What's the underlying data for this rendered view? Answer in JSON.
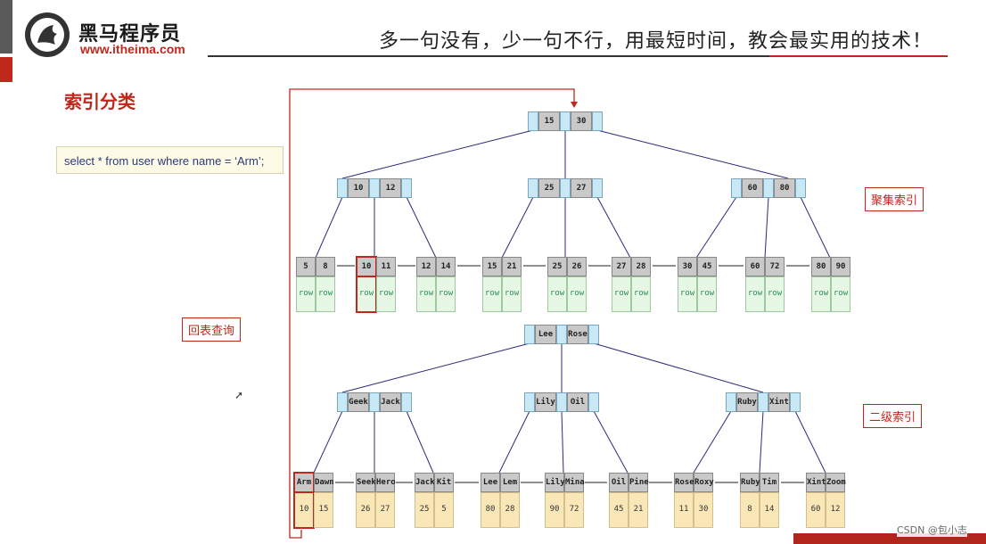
{
  "brand": {
    "name_cn": "黑马程序员",
    "url": "www.itheima.com"
  },
  "slogan": "多一句没有，少一句不行，用最短时间，教会最实用的技术！",
  "section_title": "索引分类",
  "sql": "select * from user where name = ‘Arm’;",
  "labels": {
    "clustered": "聚集索引",
    "secondary": "二级索引",
    "back_lookup": "回表查询"
  },
  "row_text": "row",
  "clustered_tree": {
    "root": [
      "15",
      "30"
    ],
    "internal": [
      [
        "10",
        "12"
      ],
      [
        "25",
        "27"
      ],
      [
        "60",
        "80"
      ]
    ],
    "leaves": [
      [
        "5",
        "8"
      ],
      [
        "10",
        "11"
      ],
      [
        "12",
        "14"
      ],
      [
        "15",
        "21"
      ],
      [
        "25",
        "26"
      ],
      [
        "27",
        "28"
      ],
      [
        "30",
        "45"
      ],
      [
        "60",
        "72"
      ],
      [
        "80",
        "90"
      ]
    ]
  },
  "secondary_tree": {
    "root": [
      "Lee",
      "Rose"
    ],
    "internal": [
      [
        "Geek",
        "Jack"
      ],
      [
        "Lily",
        "Oil"
      ],
      [
        "Ruby",
        "Xint"
      ]
    ],
    "leaves": [
      {
        "keys": [
          "Arm",
          "Dawn"
        ],
        "ids": [
          "10",
          "15"
        ]
      },
      {
        "keys": [
          "Seek",
          "Hero"
        ],
        "ids": [
          "26",
          "27"
        ]
      },
      {
        "keys": [
          "Jack",
          "Kit"
        ],
        "ids": [
          "25",
          "5"
        ]
      },
      {
        "keys": [
          "Lee",
          "Lem"
        ],
        "ids": [
          "80",
          "28"
        ]
      },
      {
        "keys": [
          "Lily",
          "Mina"
        ],
        "ids": [
          "90",
          "72"
        ]
      },
      {
        "keys": [
          "Oil",
          "Pine"
        ],
        "ids": [
          "45",
          "21"
        ]
      },
      {
        "keys": [
          "Rose",
          "Roxy"
        ],
        "ids": [
          "11",
          "30"
        ]
      },
      {
        "keys": [
          "Ruby",
          "Tim"
        ],
        "ids": [
          "8",
          "14"
        ]
      },
      {
        "keys": [
          "Xint",
          "Zoom"
        ],
        "ids": [
          "60",
          "12"
        ]
      }
    ]
  },
  "watermark": "CSDN @包小志",
  "colors": {
    "accent_red": "#c0281c",
    "pointer_blue": "#c8e8f5",
    "key_grey": "#c9c9c9",
    "row_green": "#e6f7e6",
    "id_yellow": "#f9e7b8",
    "line_navy": "#2b2b7a"
  }
}
